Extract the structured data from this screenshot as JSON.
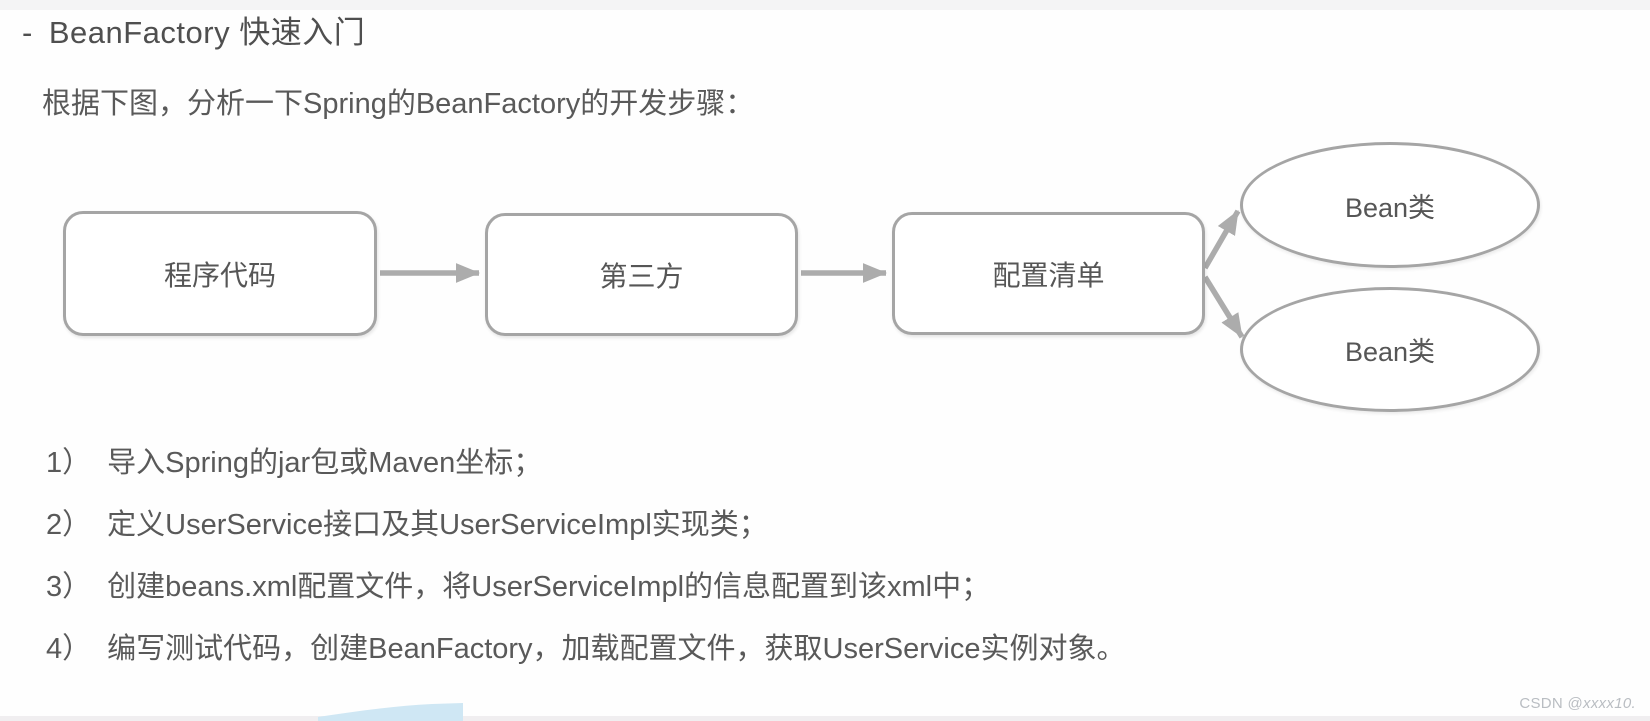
{
  "title": {
    "marker": "-",
    "text": "BeanFactory 快速入门"
  },
  "intro": "根据下图，分析一下Spring的BeanFactory的开发步骤：",
  "diagram": {
    "boxes": [
      {
        "label": "程序代码"
      },
      {
        "label": "第三方"
      },
      {
        "label": "配置清单"
      }
    ],
    "ellipses": [
      {
        "label": "Bean类"
      },
      {
        "label": "Bean类"
      }
    ]
  },
  "steps": [
    {
      "num": "1）",
      "text": "导入Spring的jar包或Maven坐标；"
    },
    {
      "num": "2）",
      "text": "定义UserService接口及其UserServiceImpl实现类；"
    },
    {
      "num": "3）",
      "text": "创建beans.xml配置文件，将UserServiceImpl的信息配置到该xml中；"
    },
    {
      "num": "4）",
      "text": "编写测试代码，创建BeanFactory，加载配置文件，获取UserService实例对象。"
    }
  ],
  "watermark": {
    "prefix": "CSDN @",
    "user": "xxxx10."
  },
  "colors": {
    "text": "#595959",
    "background": "#fefefe",
    "label_text": "#565656",
    "shape_border": "#a5a5a5",
    "shape_fill": "#ffffff",
    "arrow": "#acacac",
    "top_strip": "#f4f4f5",
    "bottom_strip": "#f0eef0",
    "wedge": "#cfe7f4",
    "watermark": "#b9bdc2"
  }
}
